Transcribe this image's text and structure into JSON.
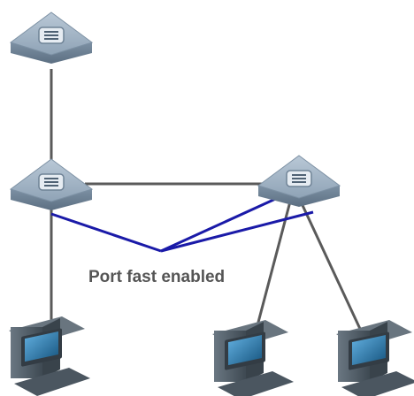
{
  "diagram": {
    "annotation": "Port fast enabled",
    "colors": {
      "background": "#ffffff",
      "plain_link": "#5a5a5a",
      "portfast_link": "#1a1aa8",
      "switch_top": "#9fb2c4",
      "switch_side": "#6f8396",
      "switch_badge": "#e6ecf2",
      "pc_body": "#4f5c66",
      "pc_screen": "#2f79a8",
      "text": "#555555"
    },
    "nodes": [
      {
        "id": "switch-root",
        "kind": "switch",
        "icon": "switch-icon"
      },
      {
        "id": "switch-access-left",
        "kind": "switch",
        "icon": "switch-icon"
      },
      {
        "id": "switch-access-right",
        "kind": "switch",
        "icon": "switch-icon"
      },
      {
        "id": "pc-left",
        "kind": "pc",
        "icon": "computer-icon"
      },
      {
        "id": "pc-middle",
        "kind": "pc",
        "icon": "computer-icon"
      },
      {
        "id": "pc-right",
        "kind": "pc",
        "icon": "computer-icon"
      }
    ],
    "links": [
      {
        "from": "switch-root",
        "to": "switch-access-left",
        "type": "plain"
      },
      {
        "from": "switch-access-left",
        "to": "switch-access-right",
        "type": "plain"
      },
      {
        "from": "switch-access-left",
        "to": "pc-left",
        "type": "portfast"
      },
      {
        "from": "switch-access-right",
        "to": "pc-middle",
        "type": "portfast"
      },
      {
        "from": "switch-access-right",
        "to": "pc-right",
        "type": "portfast"
      }
    ]
  }
}
